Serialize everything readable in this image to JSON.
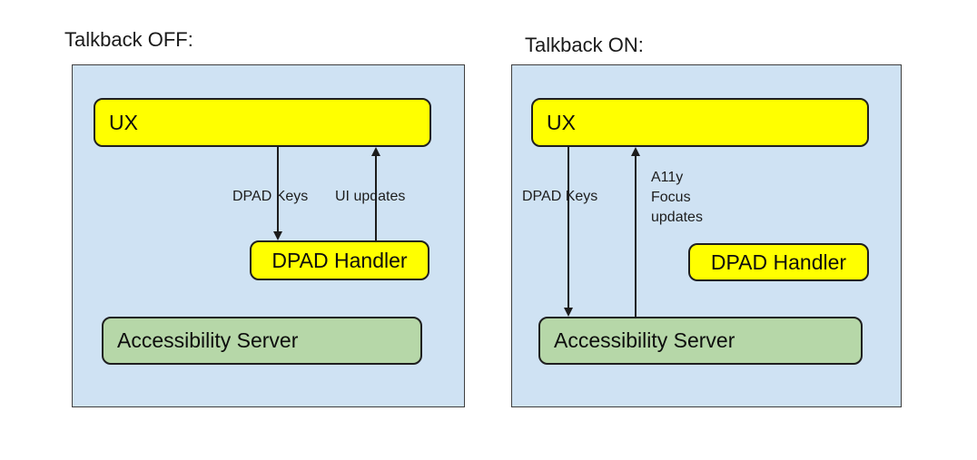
{
  "colors": {
    "panel-fill": "#cfe2f3",
    "panel-border": "#3f3f3f",
    "node-yellow": "#ffff00",
    "node-green": "#b6d7a8",
    "node-border": "#1f1f1f",
    "arrow": "#1c1c1c"
  },
  "panels": [
    {
      "title": "Talkback OFF:",
      "nodes": {
        "ux": {
          "label": "UX"
        },
        "dpad_handler": {
          "label": "DPAD Handler"
        },
        "accessibility_server": {
          "label": "Accessibility Server"
        }
      },
      "arrows": {
        "down": {
          "label": "DPAD Keys",
          "from": "UX",
          "to": "DPAD Handler",
          "direction": "down"
        },
        "up": {
          "label": "UI updates",
          "from": "DPAD Handler",
          "to": "UX",
          "direction": "up"
        }
      }
    },
    {
      "title": "Talkback ON:",
      "nodes": {
        "ux": {
          "label": "UX"
        },
        "dpad_handler": {
          "label": "DPAD Handler"
        },
        "accessibility_server": {
          "label": "Accessibility Server"
        }
      },
      "arrows": {
        "down": {
          "label": "DPAD Keys",
          "from": "UX",
          "to": "Accessibility Server",
          "direction": "down"
        },
        "up": {
          "label": "A11y\nFocus\nupdates",
          "from": "Accessibility Server",
          "to": "UX",
          "direction": "up"
        }
      }
    }
  ]
}
